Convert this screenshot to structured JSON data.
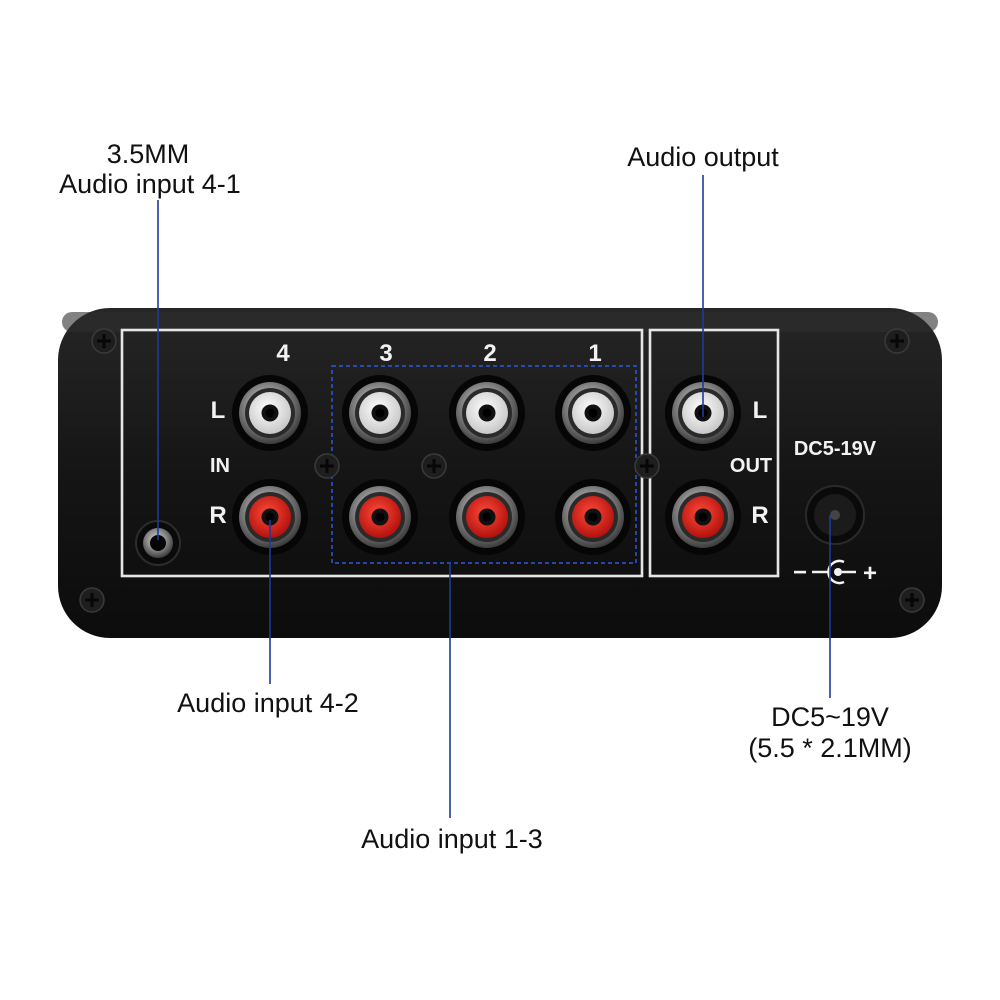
{
  "callouts": {
    "input_4_1_line1": "3.5MM",
    "input_4_1_line2": "Audio input 4-1",
    "output": "Audio output",
    "input_4_2": "Audio input 4-2",
    "input_1_3": "Audio input 1-3",
    "power_line1": "DC5~19V",
    "power_line2": "(5.5 * 2.1MM)"
  },
  "panel": {
    "channel_numbers": [
      "4",
      "3",
      "2",
      "1"
    ],
    "in_left": "L",
    "in_label": "IN",
    "in_right": "R",
    "out_left": "L",
    "out_label": "OUT",
    "out_right": "R",
    "power_rating": "DC5-19V",
    "polarity_minus": "−",
    "polarity_plus": "+"
  },
  "colors": {
    "body": "#161616",
    "white_jack_insert": "#f2f2f2",
    "red_jack_insert": "#e0261f",
    "leader_line": "#1a3d9c"
  }
}
